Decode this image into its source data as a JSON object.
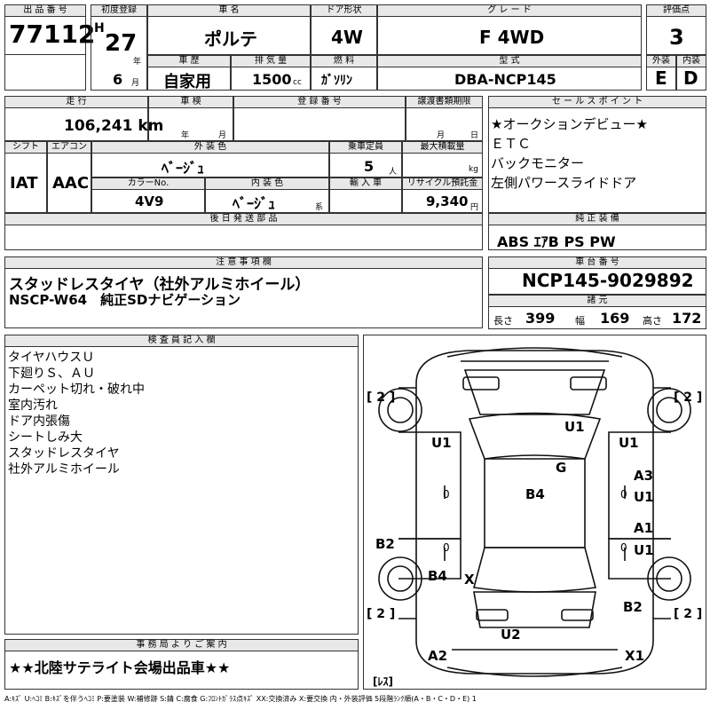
{
  "header": {
    "lot_label": "出 品 番 号",
    "lot_no": "77112",
    "first_reg_label": "初度登録",
    "era": "H",
    "year": "27",
    "year_unit": "年",
    "month": "6",
    "month_unit": "月",
    "car_name_label": "車 名",
    "car_name": "ポルテ",
    "door_label": "ドア形状",
    "door": "4W",
    "grade_label": "グ レ ー ド",
    "grade": "F 4WD",
    "score_label": "評価点",
    "score": "3",
    "history_label": "車 歴",
    "history": "自家用",
    "displacement_label": "排 気 量",
    "displacement": "1500",
    "displacement_unit": "cc",
    "fuel_label": "燃 料",
    "fuel": "ｶﾞｿﾘﾝ",
    "model_label": "型 式",
    "model": "DBA-NCP145",
    "exterior_label": "外装",
    "exterior": "E",
    "interior_label": "内装",
    "interior": "D"
  },
  "mid": {
    "mileage_label": "走 行",
    "mileage": "106,241 km",
    "inspection_label": "車 検",
    "insp_year_unit": "年",
    "insp_month_unit": "月",
    "regno_label": "登 録 番 号",
    "transfer_label": "譲渡書類期限",
    "transfer_month_unit": "月",
    "transfer_day_unit": "日",
    "shift_label": "シフト",
    "shift": "IAT",
    "ac_label": "エアコン",
    "ac": "AAC",
    "ext_color_label": "外 装 色",
    "ext_color": "ﾍﾞｰｼﾞｭ",
    "capacity_label": "乗車定員",
    "capacity": "5",
    "capacity_unit": "人",
    "load_label": "最大積載量",
    "load_unit": "kg",
    "colorno_label": "カラーNo.",
    "colorno": "4V9",
    "int_color_label": "内 装 色",
    "int_color": "ﾍﾞｰｼﾞｭ",
    "int_color_unit": "系",
    "import_label": "輸 入 車",
    "recycle_label": "リサイクル預託金",
    "recycle": "9,340",
    "recycle_unit": "円",
    "later_label": "後 日 発 送 部 品"
  },
  "sales": {
    "label": "セ ー ル ス ポ イ ン ト",
    "items": [
      "★オークションデビュー★",
      "ＥＴＣ",
      "バックモニター",
      "左側パワースライドドア"
    ]
  },
  "factory": {
    "label": "純 正 装 備",
    "items": "ABS ｴｱB PS PW"
  },
  "notes": {
    "label": "注 意 事 項 欄",
    "lines": [
      "スタッドレスタイヤ（社外アルミホイール）",
      "NSCP-W64　純正SDナビゲーション"
    ]
  },
  "chassis": {
    "label": "車 台 番 号",
    "number": "NCP145-9029892",
    "spec_label": "諸 元",
    "len_label": "長さ",
    "len": "399",
    "wid_label": "幅",
    "wid": "169",
    "hei_label": "高さ",
    "hei": "172"
  },
  "inspector": {
    "label": "検 査 員 記 入 欄",
    "lines": [
      "タイヤハウスＵ",
      "下廻りＳ、ＡＵ",
      "カーペット切れ・破れ中",
      "室内汚れ",
      "ドア内張傷",
      "シートしみ大",
      "スタッドレスタイヤ",
      "社外アルミホイール"
    ]
  },
  "diagram": {
    "marks": {
      "u1_roof": "U1",
      "u1_left": "U1",
      "u1_right": "U1",
      "g": "G",
      "b4_mid": "B4",
      "a3": "A3",
      "u1_r1": "U1",
      "a1": "A1",
      "u1_r2": "U1",
      "b2_left": "B2",
      "b4_low": "B4",
      "x_mid": "X",
      "b2_right": "B2",
      "u2": "U2",
      "a2": "A2",
      "x1": "X1",
      "zero_l1": "0",
      "zero_r1": "0",
      "zero_l2": "0",
      "zero_r2": "0",
      "tire_tl": "[ 2 ]",
      "tire_tr": "[ 2 ]",
      "tire_bl": "[ 2 ]",
      "tire_br": "[ 2 ]",
      "less": "[ﾚｽ]"
    }
  },
  "office": {
    "label": "事 務 局 よ り ご 案 内",
    "text": "★★北陸サテライト会場出品車★★"
  },
  "legend": "A:ｷｽﾞ U:ﾍｺﾐ B:ｷｽﾞを伴うﾍｺﾐ P:要塗装 W:補修跡 S:錆 C:腐食 G:ﾌﾛﾝﾄｶﾞﾗｽ点ｷｽﾞ XX:交換済み X:要交換 内・外装評価 5段階ﾗﾝｸ順(A・B・C・D・E) 1"
}
